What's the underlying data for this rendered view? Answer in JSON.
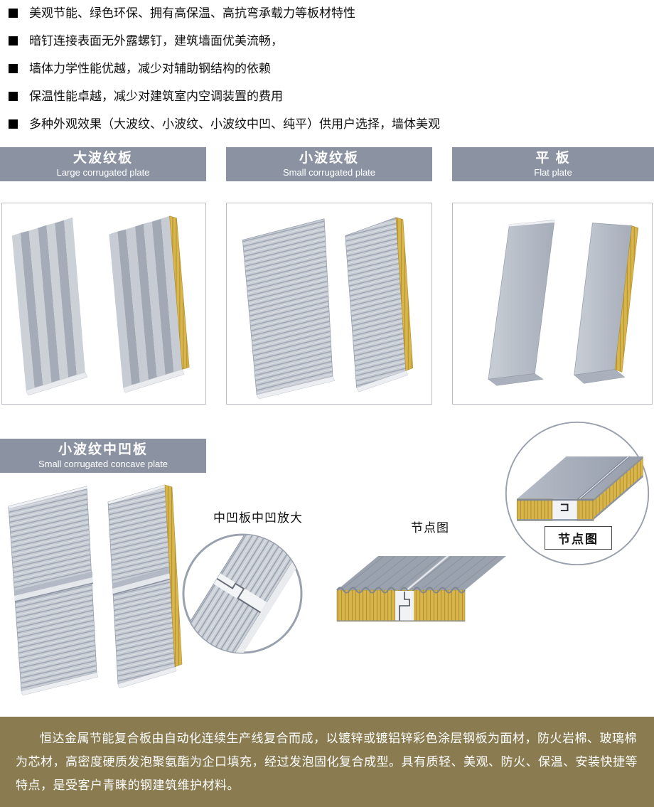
{
  "features": {
    "items": [
      "美观节能、绿色环保、拥有高保温、高抗弯承载力等板材特性",
      "暗钉连接表面无外露螺钉，建筑墙面优美流畅，",
      "墙体力学性能优越，减少对辅助钢结构的依赖",
      "保温性能卓越，减少对建筑室内空调装置的费用",
      "多种外观效果（大波纹、小波纹、小波纹中凹、纯平）供用户选择，墙体美观"
    ]
  },
  "sections": {
    "large": {
      "title_zh": "大波纹板",
      "title_en": "Large corrugated plate"
    },
    "small": {
      "title_zh": "小波纹板",
      "title_en": "Small corrugated plate"
    },
    "flat": {
      "title_zh": "平 板",
      "title_en": "Flat plate"
    },
    "concave": {
      "title_zh": "小波纹中凹板",
      "title_en": "Small corrugated concave plate"
    }
  },
  "labels": {
    "concave_zoom": "中凹板中凹放大",
    "node_diagram": "节点图",
    "node_diagram_boxed": "节点图"
  },
  "footer": {
    "text": "恒达金属节能复合板由自动化连续生产线复合而成，以镀锌或镀铝锌彩色涂层钢板为面材，防火岩棉、玻璃棉为芯材，高密度硬质发泡聚氨酯为企口填充，经过发泡固化复合成型。具有质轻、美观、防火、保温、安装快捷等特点，是受客户青睐的钢建筑维护材料。"
  },
  "colors": {
    "section_bar": "#8b93a2",
    "footer_bar": "#8a7c50",
    "panel_gray": "#c6cbd3",
    "core_yellow": "#d8b64c"
  }
}
